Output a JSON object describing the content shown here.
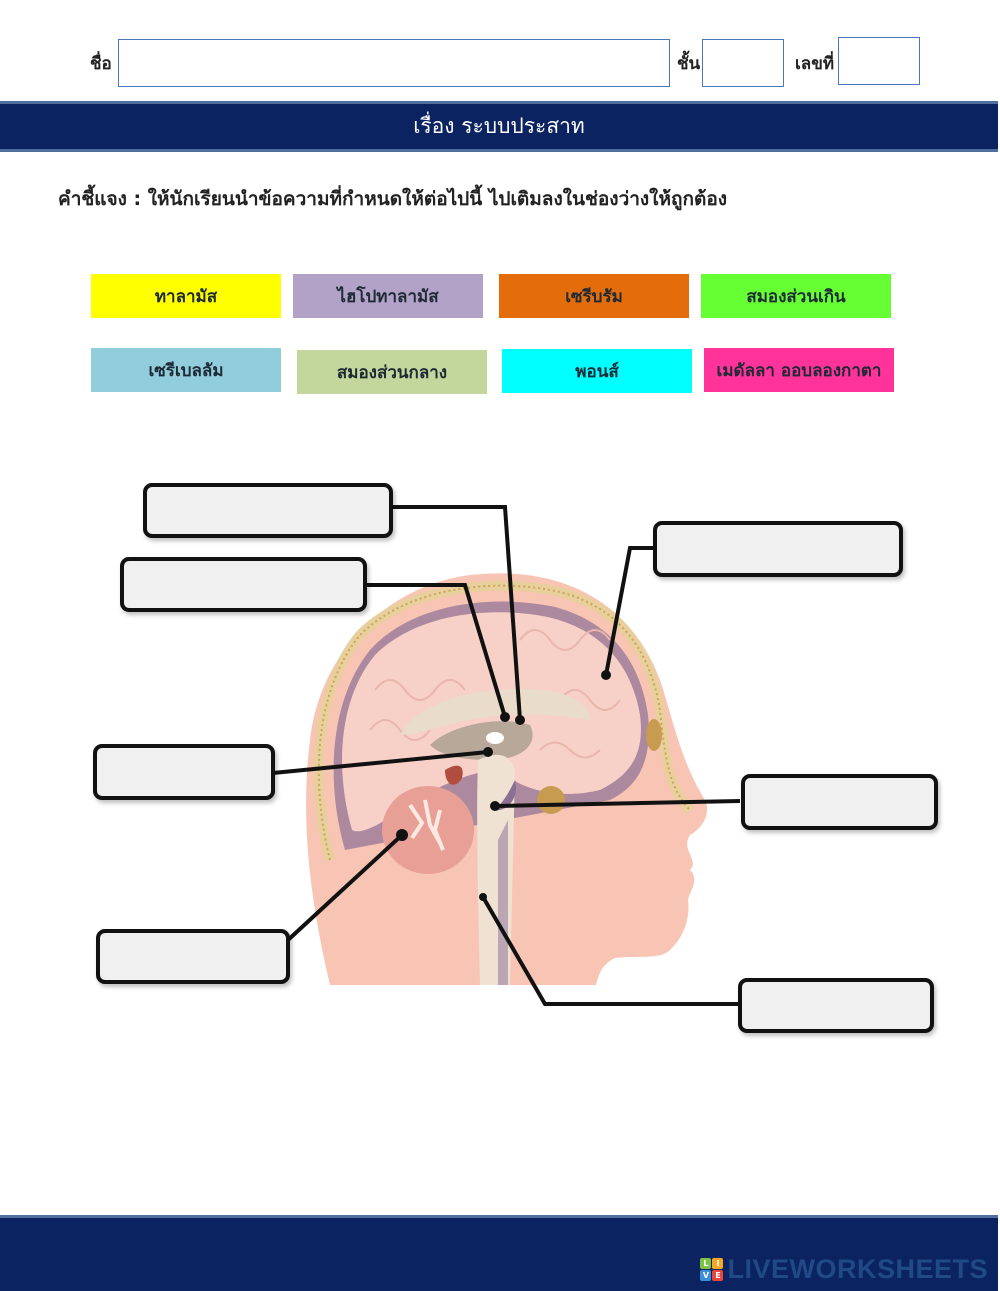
{
  "header": {
    "name_label": "ชื่อ",
    "name_value": "",
    "class_label": "ชั้น",
    "class_value": "",
    "number_label": "เลขที่",
    "number_value": ""
  },
  "title": "เรื่อง ระบบประสาท",
  "instruction": "คำชี้แจง : ให้นักเรียนนำข้อความที่กำหนดให้ต่อไปนี้ ไปเติมลงในช่องว่างให้ถูกต้อง",
  "word_bank": [
    {
      "label": "ทาลามัส",
      "color": "#ffff00"
    },
    {
      "label": "ไฮโปทาลามัส",
      "color": "#b3a2c7"
    },
    {
      "label": "เซรีบรัม",
      "color": "#e46c0a"
    },
    {
      "label": "สมองส่วนเกิน",
      "color": "#66ff33"
    },
    {
      "label": "เซรีเบลลัม",
      "color": "#92cddc"
    },
    {
      "label": "สมองส่วนกลาง",
      "color": "#c3d69b"
    },
    {
      "label": "พอนส์",
      "color": "#00ffff"
    },
    {
      "label": "เมดัลลา ออบลองกาตา",
      "color": "#ff3399"
    }
  ],
  "answer_boxes": [
    {
      "id": "box-top-left-1",
      "value": ""
    },
    {
      "id": "box-top-left-2",
      "value": ""
    },
    {
      "id": "box-top-right",
      "value": ""
    },
    {
      "id": "box-mid-left",
      "value": ""
    },
    {
      "id": "box-mid-right",
      "value": ""
    },
    {
      "id": "box-bottom-left",
      "value": ""
    },
    {
      "id": "box-bottom-right",
      "value": ""
    }
  ],
  "footer": {
    "brand": "LIVEWORKSHEETS",
    "logo_letters": [
      "L",
      "I",
      "V",
      "E"
    ]
  }
}
